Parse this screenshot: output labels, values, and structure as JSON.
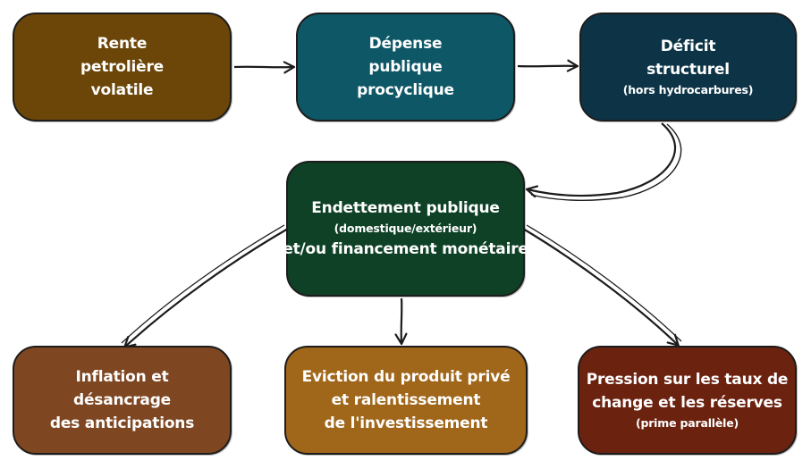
{
  "nodes": {
    "rente": {
      "lines": [
        "Rente",
        "petrolière",
        "volatile"
      ],
      "color": "#6b4608"
    },
    "depense": {
      "lines": [
        "Dépense",
        "publique",
        "procyclique"
      ],
      "color": "#0d5766"
    },
    "deficit": {
      "lines": [
        "Déficit",
        "structurel"
      ],
      "sub": "(hors hydrocarbures)",
      "color": "#0d3446"
    },
    "endettement": {
      "title": "Endettement publique",
      "sub": "(domestique/extérieur)",
      "tail": "et/ou financement monétaire",
      "color": "#0e4126"
    },
    "inflation": {
      "lines": [
        "Inflation et",
        "désancrage",
        "des anticipations"
      ],
      "color": "#7e4722"
    },
    "eviction": {
      "lines": [
        "Eviction du produit privé",
        "et ralentissement",
        "de l'investissement"
      ],
      "color": "#a0661a"
    },
    "pression": {
      "lines": [
        "Pression sur les taux de",
        "change et les réserves"
      ],
      "sub": "(prime parallèle)",
      "color": "#6b220f"
    }
  },
  "edges": [
    {
      "from": "rente",
      "to": "depense"
    },
    {
      "from": "depense",
      "to": "deficit"
    },
    {
      "from": "deficit",
      "to": "endettement"
    },
    {
      "from": "endettement",
      "to": "inflation"
    },
    {
      "from": "endettement",
      "to": "eviction"
    },
    {
      "from": "endettement",
      "to": "pression"
    }
  ]
}
